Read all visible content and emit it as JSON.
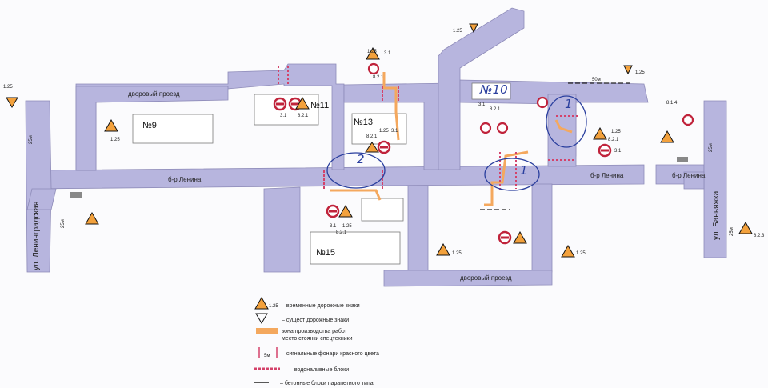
{
  "streets": {
    "leningradskaya": "ул. Ленинградская",
    "lenin_west": "б-р Ленина",
    "lenin_east": "б-р Ленина",
    "lenin_far": "б-р Ленина",
    "bashkirova": "ул. Баньяжка"
  },
  "passages": {
    "top": "дворовый проезд",
    "bottom": "дворовый проезд"
  },
  "buildings": {
    "b9": "№9",
    "b11": "№11",
    "b13": "№13",
    "b15": "№15",
    "b10": "№10"
  },
  "handwritten": {
    "m1a": "1",
    "m1b": "1",
    "m2": "2"
  },
  "dims": {
    "d25a": "25м",
    "d25b": "25м",
    "d25c": "25м",
    "d25d": "25м",
    "d50": "50м"
  },
  "sign_codes": {
    "c125": "1.25",
    "c31": "3.1",
    "c821": "8.2.1",
    "c814": "8.1.4",
    "c823": "8.2.3",
    "c125b": "1.25",
    "c31b": "3.1",
    "c821b": "8.2.1",
    "c125c": "1.25",
    "c125d": "1.25",
    "c125e": "1.25",
    "c125f": "1.25",
    "c31c": "3.1",
    "c821c": "8.2.1",
    "c125g": "1.25",
    "c31d": "3.1",
    "c821d": "8.2.1",
    "c125h": "1.25",
    "c125i": "1.25",
    "c821e": "8.2.1",
    "c31e": "3.1",
    "c125j": "1.25",
    "c31f": "3.1",
    "c821f": "8.2.1"
  },
  "legend": {
    "temp_code": "1.25",
    "temp": "– временные дорожные знаки",
    "exist": "– сущест дорожные знаки",
    "zone1": "зона производства работ",
    "zone2": "место стоянки спецтехники",
    "lights_dim": "5м",
    "lights": "– сигнальные фонари красного цвета",
    "water": "– водоналивные блоки",
    "concrete": "– бетонные блоки парапетного типа"
  },
  "colors": {
    "road": "#b7b5de",
    "work_zone": "#f4a85e",
    "barrier": "#d4426a",
    "ink": "#2a3f9e"
  }
}
